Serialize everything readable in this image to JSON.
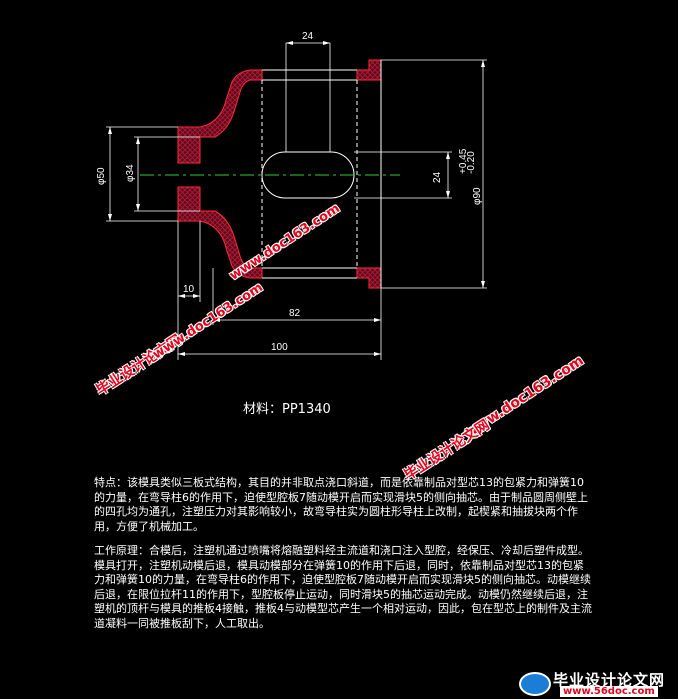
{
  "dimensions": {
    "slot_width": "24",
    "slot_height": "24",
    "outer_diameter": "φ90",
    "outer_tol_upper": "+0.45",
    "outer_tol_lower": "-0.20",
    "diameter_50": "φ50",
    "diameter_34": "φ34",
    "wall_10": "10",
    "length_82": "82",
    "length_100": "100"
  },
  "material": "材料：PP1340",
  "watermarks": {
    "site_name": "毕业设计论文网",
    "url": "www.doc163.com"
  },
  "notes": {
    "features": "特点：该模具类似三板式结构，其目的并非取点浇口斜道，而是依靠制品对型芯13的包紧力和弹簧10的力量，在弯导柱6的作用下，迫使型腔板7随动模开启而实现滑块5的侧向抽芯。由于制品圆周侧壁上的四孔均为通孔，注塑压力对其影响较小，故弯导柱实为圆柱形导柱上改制，起楔紧和抽拔块两个作用，方便了机械加工。",
    "principle": "工作原理：合模后，注塑机通过喷嘴将熔融塑料经主流道和浇口注入型腔，经保压、冷却后塑件成型。模具打开，注塑机动模后退，模具动模部分在弹簧10的作用下后退，同时，依靠制品对型芯13的包紧力和弹簧10的力量，在弯导柱6的作用下，迫使型腔板7随动模开启而实现滑块5的侧向抽芯。动模继续后退，在限位拉杆11的作用下，型腔板停止运动，同时滑块5的抽芯运动完成。动模仍然继续后退，注塑机的顶杆与模具的推板4接触，推板4与动模型芯产生一个相对运动，因此，包在型芯上的制件及主流道凝料一同被推板刮下，人工取出。"
  },
  "footer": {
    "name": "毕业设计论文网",
    "url": "www.56doc.com"
  }
}
